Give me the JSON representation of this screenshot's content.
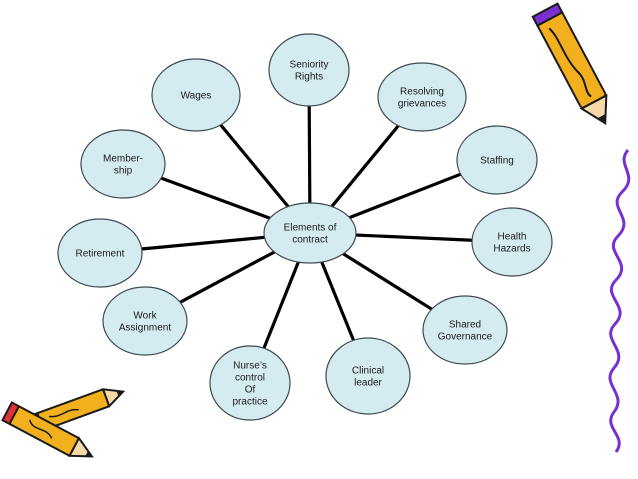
{
  "diagram": {
    "center": {
      "lines": [
        "Elements of",
        "contract"
      ]
    },
    "nodes": [
      {
        "id": "seniority-rights",
        "lines": [
          "Seniority",
          "Rights"
        ]
      },
      {
        "id": "resolving-grievances",
        "lines": [
          "Resolving",
          "grievances"
        ]
      },
      {
        "id": "staffing",
        "lines": [
          "Staffing"
        ]
      },
      {
        "id": "health-hazards",
        "lines": [
          "Health",
          "Hazards"
        ]
      },
      {
        "id": "shared-governance",
        "lines": [
          "Shared",
          "Governance"
        ]
      },
      {
        "id": "clinical-leader",
        "lines": [
          "Clinical",
          "leader"
        ]
      },
      {
        "id": "nurses-control-of-practice",
        "lines": [
          "Nurse’s",
          "control",
          "Of",
          "practice"
        ]
      },
      {
        "id": "work-assignment",
        "lines": [
          "Work",
          "Assignment"
        ]
      },
      {
        "id": "retirement",
        "lines": [
          "Retirement"
        ]
      },
      {
        "id": "membership",
        "lines": [
          "Member-",
          "ship"
        ]
      },
      {
        "id": "wages",
        "lines": [
          "Wages"
        ]
      }
    ]
  },
  "colors": {
    "node_fill": "#d4ecf0",
    "node_stroke": "#3d4a52",
    "connector": "#000000",
    "page_border": "#7a2fd0",
    "pencil_body": "#f2b01e",
    "pencil_tip_ink": "#1a1a1a"
  },
  "decorations": [
    "pencil-icon-top-right",
    "pencils-icon-bottom-left",
    "wavy-border-right"
  ]
}
